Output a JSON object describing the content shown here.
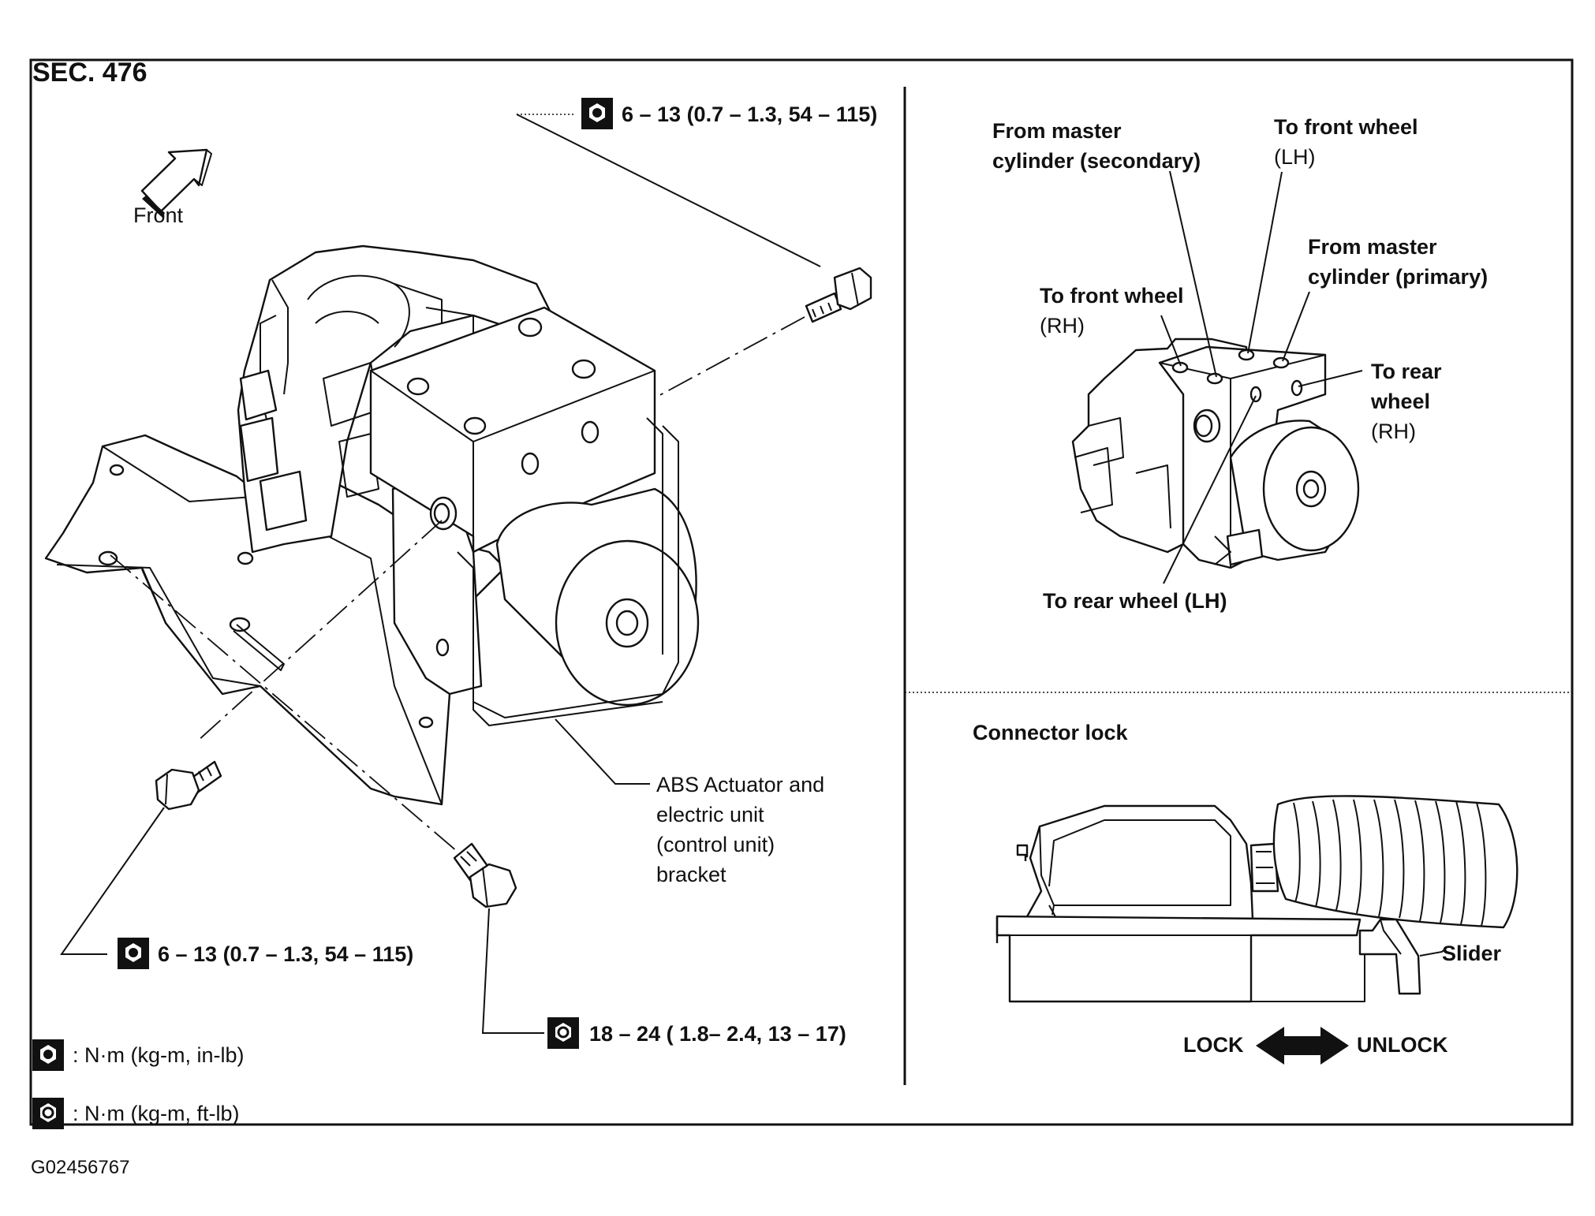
{
  "section": "SEC. 476",
  "front_label": "Front",
  "torque_top": "6 – 13 (0.7 – 1.3, 54 – 115)",
  "torque_left": "6 – 13 (0.7 – 1.3, 54 – 115)",
  "torque_bottom": "18 – 24 ( 1.8– 2.4, 13 – 17)",
  "actuator_label": [
    "ABS Actuator and",
    "electric unit",
    "(control unit)",
    "bracket"
  ],
  "legend": [
    {
      "icon": "torque-wrench-icon",
      "text": ": N·m (kg-m, in-lb)"
    },
    {
      "icon": "torque-wrench-ftlb-icon",
      "text": ": N·m (kg-m, ft-lb)"
    }
  ],
  "ports": {
    "from_master_secondary": [
      "From master",
      "cylinder (secondary)"
    ],
    "to_front_lh": [
      "To front wheel",
      "(LH)"
    ],
    "from_master_primary": [
      "From master",
      "cylinder (primary)"
    ],
    "to_front_rh": [
      "To front wheel",
      "(RH)"
    ],
    "to_rear_rh": [
      "To rear",
      "wheel",
      "(RH)"
    ],
    "to_rear_lh": "To rear wheel (LH)"
  },
  "connector": {
    "title": "Connector lock",
    "slider": "Slider",
    "lock": "LOCK",
    "unlock": "UNLOCK"
  },
  "figure_id": "G02456767"
}
